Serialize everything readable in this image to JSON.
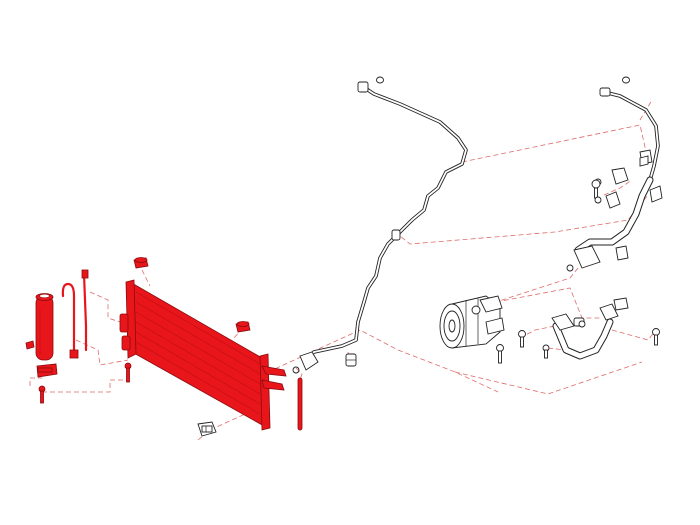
{
  "diagram": {
    "highlight_color": "#e8161b",
    "leader_color": "#e06a6a",
    "line_color": "#222222",
    "parts": [
      {
        "name": "receiver-drier",
        "highlighted": true
      },
      {
        "name": "drier-bracket",
        "highlighted": true
      },
      {
        "name": "drier-pipe",
        "highlighted": true
      },
      {
        "name": "condenser",
        "highlighted": true
      },
      {
        "name": "condenser-mount-rubber",
        "highlighted": true
      },
      {
        "name": "condenser-bolt",
        "highlighted": true
      },
      {
        "name": "condenser-side-seal",
        "highlighted": true
      },
      {
        "name": "pressure-switch",
        "highlighted": false
      },
      {
        "name": "liquid-pipe",
        "highlighted": false
      },
      {
        "name": "compressor",
        "highlighted": false
      },
      {
        "name": "discharge-hose",
        "highlighted": false
      },
      {
        "name": "suction-hose",
        "highlighted": false
      },
      {
        "name": "hose-bracket",
        "highlighted": false
      },
      {
        "name": "bolt",
        "highlighted": false
      },
      {
        "name": "o-ring",
        "highlighted": false
      }
    ]
  }
}
